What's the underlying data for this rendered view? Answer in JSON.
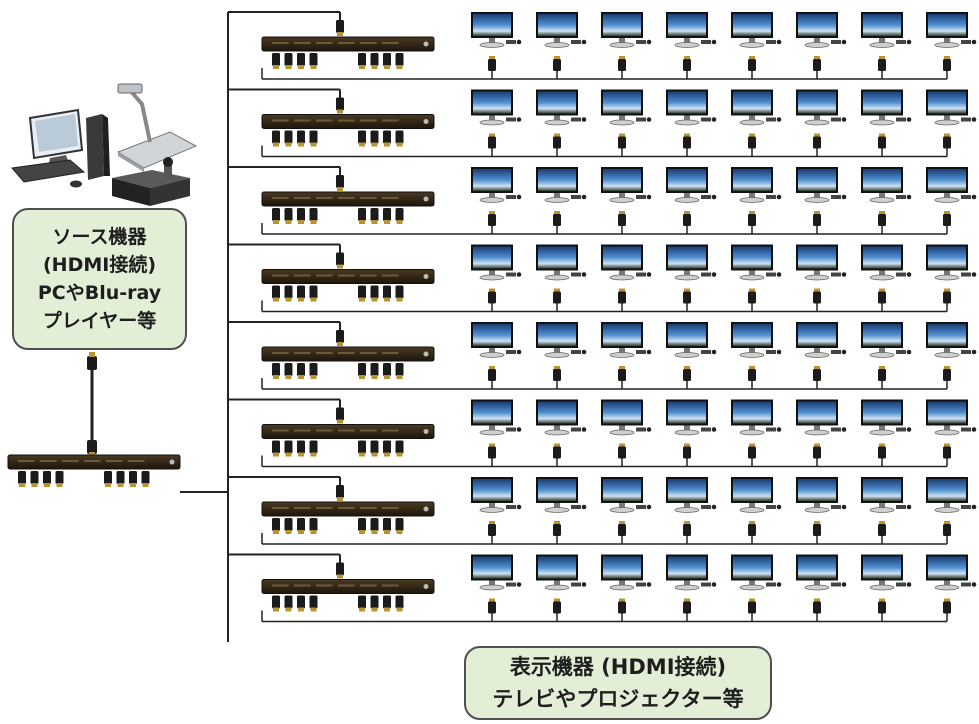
{
  "diagram": {
    "source_label": {
      "lines": [
        "ソース機器",
        "(HDMI接続)",
        "PCやBlu-ray",
        "プレイヤー等"
      ]
    },
    "display_label": {
      "lines": [
        "表示機器 (HDMI接続)",
        "テレビやプロジェクター等"
      ]
    },
    "source_devices": [
      "desktop-pc",
      "document-camera",
      "blu-ray-player"
    ],
    "main_splitter": {
      "outputs": 8
    },
    "rows": 8,
    "displays_per_row": 8,
    "ports_per_splitter": 8,
    "colors": {
      "box_fill": "#e3eed6",
      "box_border": "#4f4f4f",
      "splitter": "#2a2115",
      "cable": "#222222",
      "plug_tip": "#b8932f"
    }
  }
}
